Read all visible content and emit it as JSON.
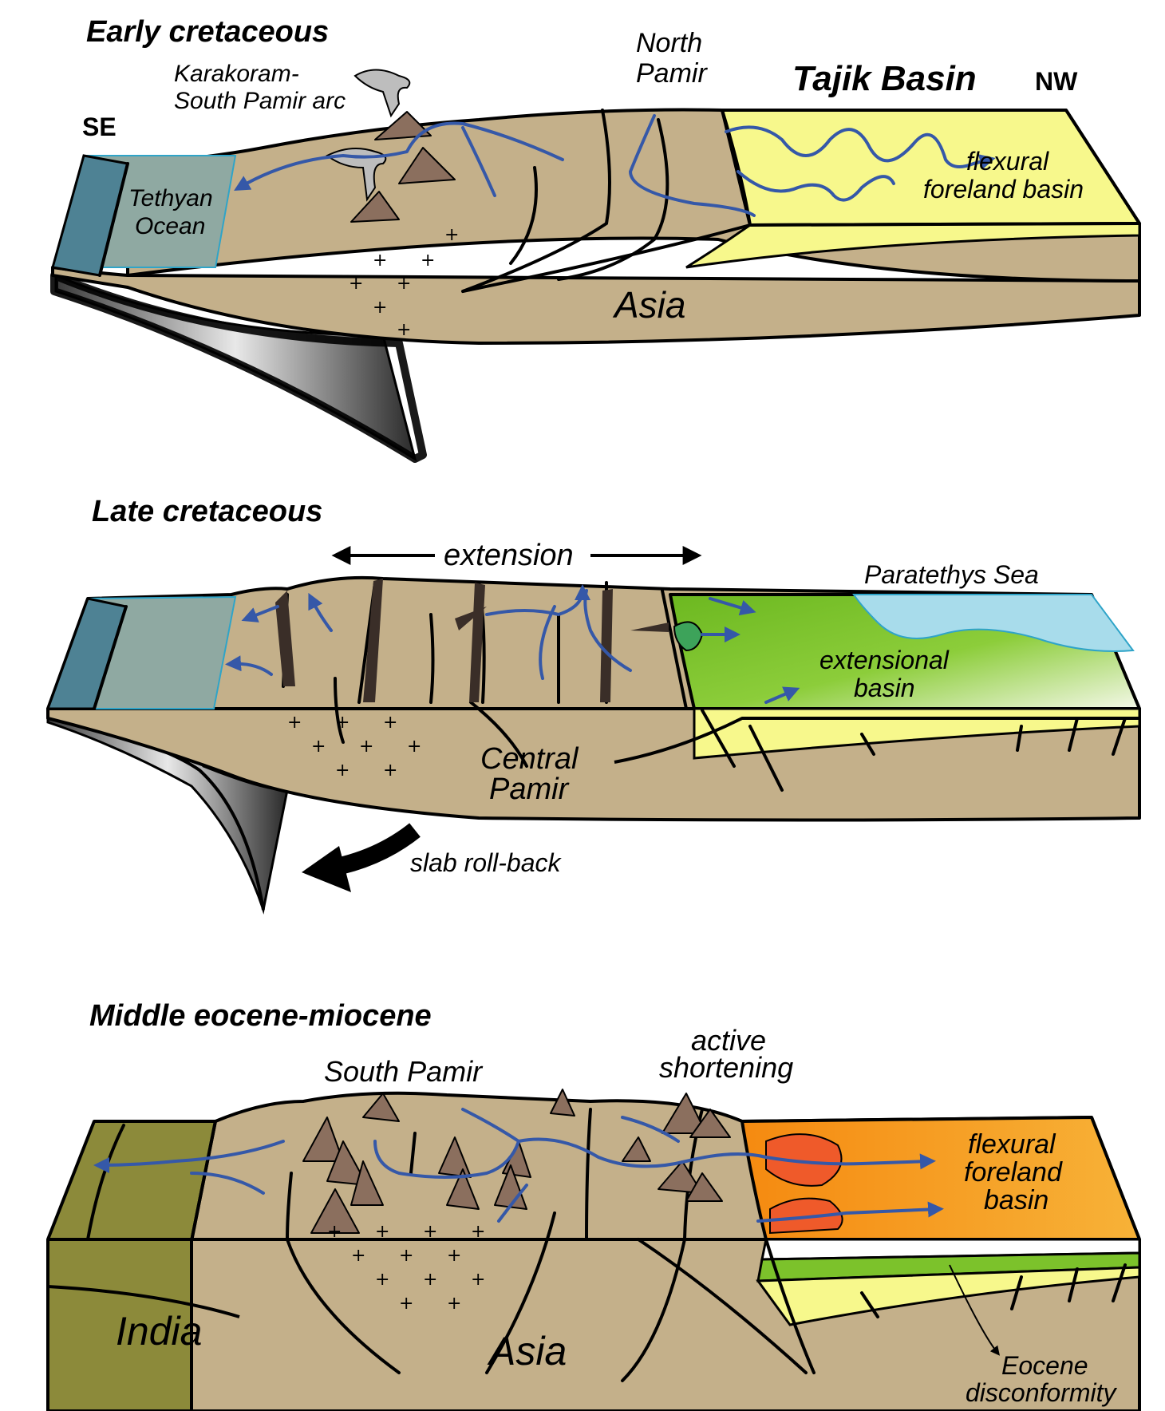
{
  "panels": [
    {
      "title": "Early cretaceous",
      "labels": {
        "se": "SE",
        "nw": "NW",
        "arc_line1": "Karakoram-",
        "arc_line2": "South Pamir arc",
        "north_pamir_line1": "North",
        "north_pamir_line2": "Pamir",
        "tajik_basin": "Tajik Basin",
        "tethyan_line1": "Tethyan",
        "tethyan_line2": "Ocean",
        "foreland_line1": "flexural",
        "foreland_line2": "foreland basin",
        "asia": "Asia"
      }
    },
    {
      "title": "Late cretaceous",
      "labels": {
        "extension": "extension",
        "paratethys": "Paratethys Sea",
        "extensional_line1": "extensional",
        "extensional_line2": "basin",
        "central_line1": "Central",
        "central_line2": "Pamir",
        "slab_rollback": "slab roll-back"
      }
    },
    {
      "title": "Middle eocene-miocene",
      "labels": {
        "south_pamir": "South Pamir",
        "active_line1": "active",
        "active_line2": "shortening",
        "foreland_line1": "flexural",
        "foreland_line2": "foreland",
        "foreland_line3": "basin",
        "india": "India",
        "asia": "Asia",
        "eocene_line1": "Eocene",
        "eocene_line2": "disconformity"
      }
    }
  ],
  "colors": {
    "crust": "#c4b08a",
    "ocean": "#8fa9a2",
    "ocean_edge": "#4e8294",
    "foreland_yellow": "#f7f88c",
    "basin_green": "#7cc22b",
    "sea_blue": "#a8dceb",
    "foreland_orange": "#f59a1e",
    "india": "#8c8a3a",
    "mountain": "#8b6f5e",
    "river": "#3558a8"
  }
}
